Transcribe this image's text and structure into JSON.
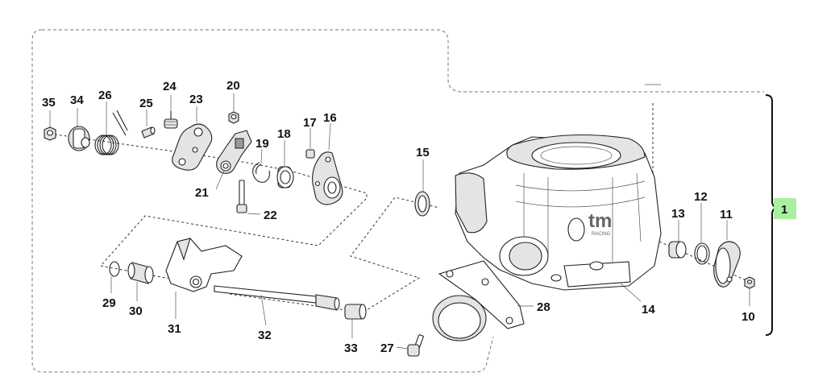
{
  "diagram": {
    "assembly_label": "1",
    "assembly_label_bg": "#a8f0a0",
    "brand_mark": "tm",
    "brand_submark": "RACING",
    "part_labels": [
      "35",
      "34",
      "26",
      "25",
      "24",
      "23",
      "20",
      "21",
      "19",
      "18",
      "17",
      "16",
      "22",
      "15",
      "13",
      "12",
      "11",
      "10",
      "14",
      "28",
      "27",
      "29",
      "30",
      "31",
      "32",
      "33"
    ]
  }
}
